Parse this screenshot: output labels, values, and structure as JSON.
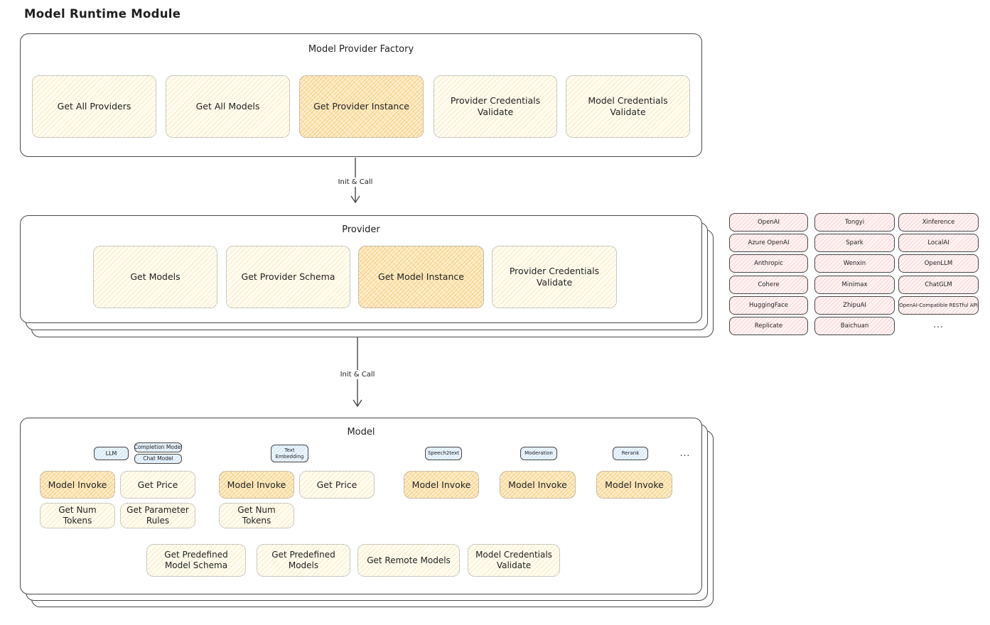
{
  "page_title": "Model Runtime Module",
  "arrows": {
    "label1": "Init & Call",
    "label2": "Init & Call"
  },
  "factory": {
    "title": "Model Provider Factory",
    "boxes": [
      {
        "label": "Get All Providers",
        "highlight": false
      },
      {
        "label": "Get All Models",
        "highlight": false
      },
      {
        "label": "Get Provider Instance",
        "highlight": true
      },
      {
        "label": "Provider Credentials Validate",
        "highlight": false
      },
      {
        "label": "Model Credentials Validate",
        "highlight": false
      }
    ]
  },
  "provider": {
    "title": "Provider",
    "boxes": [
      {
        "label": "Get Models",
        "highlight": false
      },
      {
        "label": "Get Provider Schema",
        "highlight": false
      },
      {
        "label": "Get Model Instance",
        "highlight": true
      },
      {
        "label": "Provider Credentials Validate",
        "highlight": false
      }
    ]
  },
  "providers_list": {
    "items": [
      "OpenAI",
      "Tongyi",
      "Xinference",
      "Azure OpenAI",
      "Spark",
      "LocalAI",
      "Anthropic",
      "Wenxin",
      "OpenLLM",
      "Cohere",
      "Minimax",
      "ChatGLM",
      "HuggingFace",
      "ZhipuAI",
      "OpenAI-Compatible RESTful API",
      "Replicate",
      "Baichuan"
    ],
    "more": "..."
  },
  "model": {
    "title": "Model",
    "tabs": [
      "LLM",
      "Completion Model",
      "Chat Model",
      "Text Embedding",
      "Speech2text",
      "Moderation",
      "Rerank"
    ],
    "tabs_more": "...",
    "row1": [
      "Model Invoke",
      "Get Price",
      "Model Invoke",
      "Get Price",
      "Model Invoke",
      "Model Invoke",
      "Model Invoke"
    ],
    "row2": [
      "Get Num Tokens",
      "Get Parameter Rules",
      "Get Num Tokens"
    ],
    "row3": [
      "Get Predefined Model Schema",
      "Get Predefined Models",
      "Get Remote Models",
      "Model Credentials Validate"
    ]
  },
  "colors": {
    "ink": "#1f1f1f",
    "border": "#4a4a4a",
    "yellow_fill": "#fffcf0",
    "orange_fill": "#fdeecb",
    "pink_fill": "#fff4f4",
    "blue_fill": "#ebf4fc"
  }
}
